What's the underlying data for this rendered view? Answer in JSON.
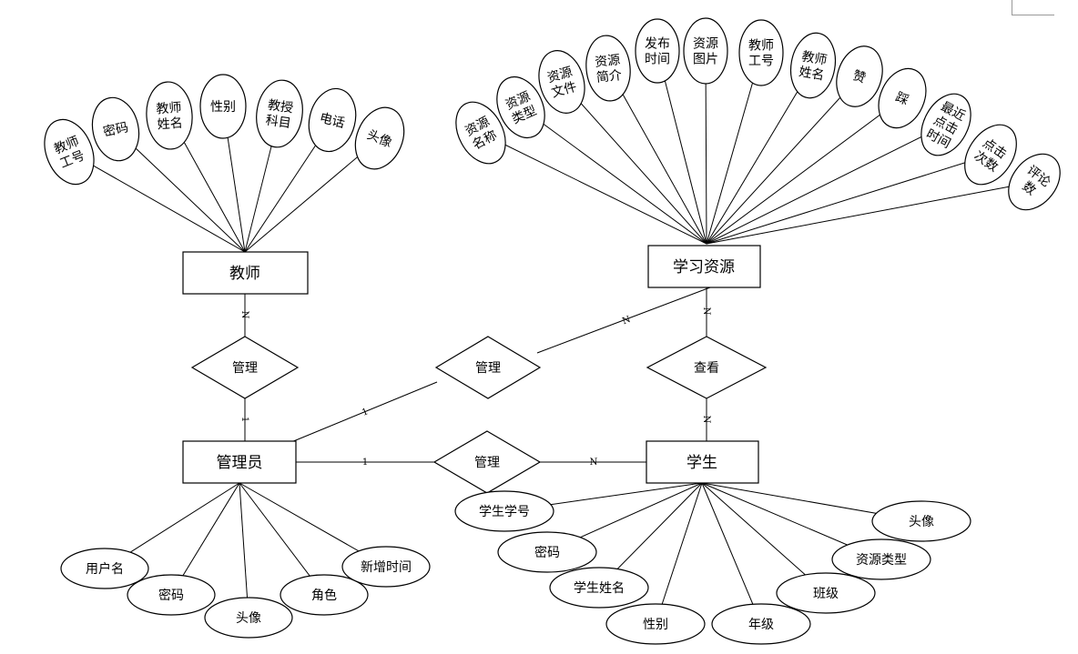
{
  "entities": {
    "teacher": "教师",
    "resource": "学习资源",
    "admin": "管理员",
    "student": "学生"
  },
  "relationships": {
    "teacher_admin": "管理",
    "admin_resource": "管理",
    "admin_student": "管理",
    "student_resource": "查看"
  },
  "cardinalities": {
    "teacher_side": "N",
    "admin_side_teacher": "1",
    "resource_side_admin": "N",
    "admin_side_resource": "1",
    "admin_side_student": "1",
    "student_side_admin": "N",
    "resource_side_view": "N",
    "student_side_view": "N"
  },
  "attributes": {
    "teacher": [
      [
        "教师",
        "工号"
      ],
      [
        "密码"
      ],
      [
        "教师",
        "姓名"
      ],
      [
        "性别"
      ],
      [
        "教授",
        "科目"
      ],
      [
        "电话"
      ],
      [
        "头像"
      ]
    ],
    "resource": [
      [
        "资源",
        "名称"
      ],
      [
        "资源",
        "类型"
      ],
      [
        "资源",
        "文件"
      ],
      [
        "资源",
        "简介"
      ],
      [
        "发布",
        "时间"
      ],
      [
        "资源",
        "图片"
      ],
      [
        "教师",
        "工号"
      ],
      [
        "教师",
        "姓名"
      ],
      [
        "赞"
      ],
      [
        "踩"
      ],
      [
        "最近",
        "点击",
        "时间"
      ],
      [
        "点击",
        "次数"
      ],
      [
        "评论",
        "数"
      ]
    ],
    "admin": [
      "用户名",
      "密码",
      "头像",
      "角色",
      "新增时间"
    ],
    "student": [
      "学生学号",
      "密码",
      "学生姓名",
      "性别",
      "年级",
      "班级",
      "资源类型",
      "头像"
    ]
  }
}
